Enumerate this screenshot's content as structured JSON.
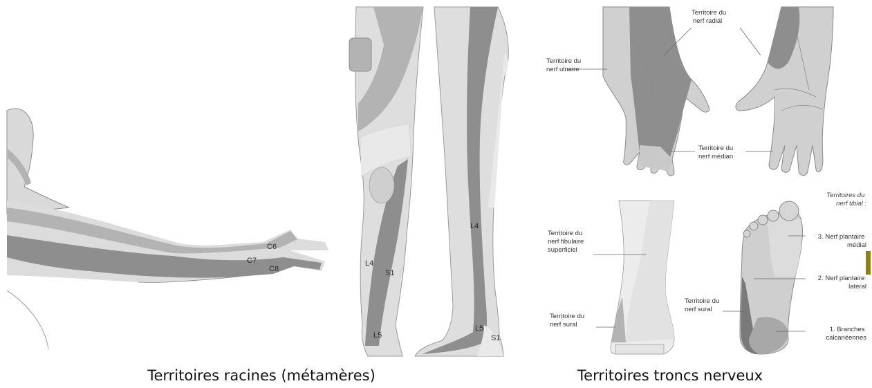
{
  "captions": {
    "left": "Territoires racines (métamères)",
    "right": "Territoires troncs nerveux"
  },
  "root_labels": {
    "c6": "C6",
    "c7": "C7",
    "c8": "C8",
    "l4_front": "L4",
    "s1_front": "S1",
    "l5_front": "L5",
    "l4_back": "L4",
    "l5_back": "L5",
    "s1_back": "S1"
  },
  "hand_labels": {
    "radial": [
      "Territoire du",
      "nerf radial"
    ],
    "ulnaire": [
      "Territoire du",
      "nerf ulnaire"
    ],
    "median": [
      "Territoire du",
      "nerf médian"
    ]
  },
  "foot_labels": {
    "tibial_title": [
      "Territoires du",
      "nerf tibial :"
    ],
    "fibulaire": [
      "Territoire du",
      "nerf fibulaire",
      "superficiel"
    ],
    "sural_dorsal": [
      "Territoire du",
      "nerf sural"
    ],
    "sural_plantar": [
      "Territoire du",
      "nerf sural"
    ],
    "plantaire_medial": [
      "3. Nerf plantaire",
      "médial"
    ],
    "plantaire_lateral": [
      "2. Nerf plantaire",
      "latéral"
    ],
    "calcaneennes": [
      "1. Branches",
      "calcanéennes"
    ]
  },
  "colors": {
    "skin": "#d9d9d9",
    "light": "#e9e9e9",
    "mid": "#b3b3b3",
    "dark": "#8e8e8e",
    "accent_tab": "#8c8020"
  }
}
